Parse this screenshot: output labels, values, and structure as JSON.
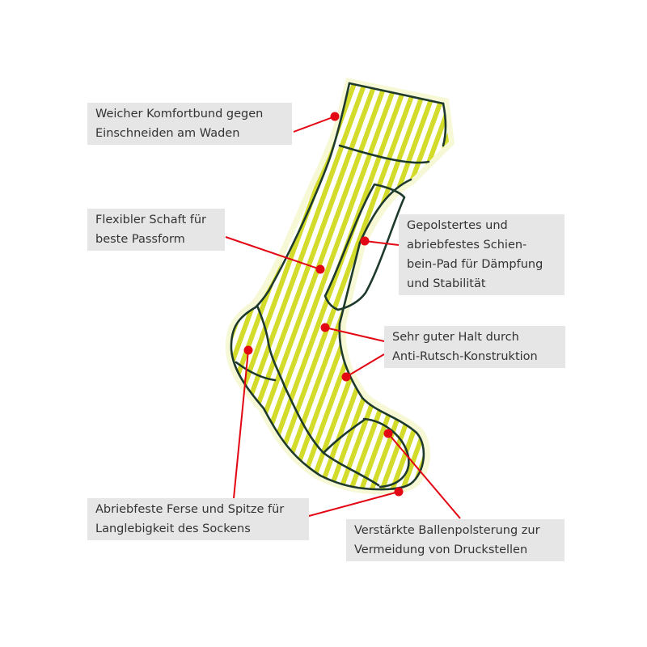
{
  "colors": {
    "sock_fill": "#e9ef9c",
    "stripes": "#d3dc2a",
    "outline": "#1e3a2c",
    "marker": "#e30613",
    "label_bg": "#e6e6e6",
    "label_text": "#333333"
  },
  "labels": {
    "cuff": {
      "line1": "Weicher Komfortbund gegen",
      "line2": "Einschneiden am Waden"
    },
    "shaft": {
      "line1": "Flexibler Schaft für",
      "line2": "beste Passform"
    },
    "shin": {
      "line1": "Gepolstertes und",
      "line2": "abriebfestes Schien-",
      "line3": "bein-Pad für Dämpfung",
      "line4": "und Stabilität"
    },
    "grip": {
      "line1": "Sehr guter Halt durch",
      "line2": "Anti-Rutsch-Konstruktion"
    },
    "heel_toe": {
      "line1": "Abriebfeste Ferse und Spitze für",
      "line2": "Langlebigkeit des Sockens"
    },
    "ball": {
      "line1": "Verstärkte Ballenpolsterung zur",
      "line2": "Vermeidung von Druckstellen"
    }
  }
}
